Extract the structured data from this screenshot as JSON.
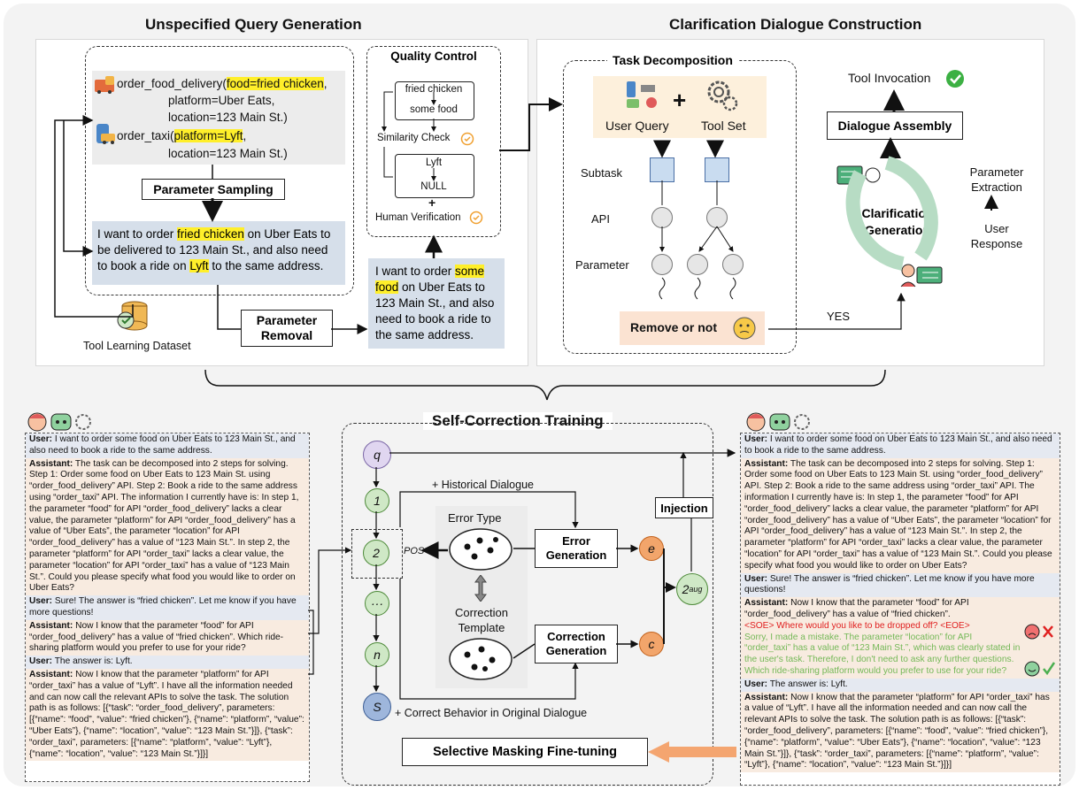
{
  "sections": {
    "query_gen": "Unspecified Query Generation",
    "clarification": "Clarification Dialogue Construction",
    "self_correction": "Self-Correction Training"
  },
  "query_gen": {
    "call1_name": "order_food_delivery(",
    "call1_param1": "food=fried chicken",
    "call1_rest1": ",",
    "call1_line2": "platform=Uber Eats,",
    "call1_line3": "location=123 Main St.)",
    "call2_name": "order_taxi(",
    "call2_param1": "platform=Lyft",
    "call2_rest1": ",",
    "call2_line2": "location=123 Main St.)",
    "param_sampling": "Parameter Sampling",
    "query_p1": "I want to order ",
    "query_hl1": "fried chicken",
    "query_p2": " on Uber Eats to be delivered to 123 Main St., and also need to book a ride on ",
    "query_hl2": "Lyft",
    "query_p3": " to the same address.",
    "dataset_label": "Tool Learning Dataset",
    "param_removal": "Parameter Removal",
    "quality_control": "Quality Control",
    "qc_a_top": "fried chicken",
    "qc_a_bottom": "some food",
    "similarity_check": "Similarity Check",
    "qc_b_top": "Lyft",
    "qc_b_bottom": "NULL",
    "human_verification": "Human Verification",
    "uq_p1": "I want to order ",
    "uq_hl": "some food",
    "uq_p2": " on Uber Eats to 123 Main St., and also need to book a ride to the same address."
  },
  "clar": {
    "task_decomposition": "Task Decomposition",
    "user_query": "User Query",
    "tool_set": "Tool Set",
    "subtask": "Subtask",
    "api": "API",
    "parameter": "Parameter",
    "remove_or_not": "Remove or not",
    "yes": "YES",
    "tool_invocation": "Tool Invocation",
    "dialogue_assembly": "Dialogue Assembly",
    "parameter_extraction": "Parameter Extraction",
    "clarification_generation": "Clarification Generation",
    "user_response": "User Response"
  },
  "sct": {
    "node_q": "q",
    "node_1": "1",
    "node_2": "2",
    "node_dots": "···",
    "node_n": "n",
    "node_s": "S",
    "node_e": "e",
    "node_c": "c",
    "node_aug": "2",
    "node_aug_sub": "aug",
    "pos": "POS",
    "historical_dialogue": "+ Historical Dialogue",
    "error_type": "Error Type",
    "correction_template": "Correction Template",
    "error_generation": "Error Generation",
    "correction_generation": "Correction Generation",
    "injection": "Injection",
    "correct_behavior": "+ Correct Behavior in Original Dialogue",
    "selective_masking": "Selective Masking Fine-tuning"
  },
  "left_dialogue": {
    "u1_label": "User:",
    "u1": " I want to order some food on Uber Eats to 123 Main St., and also need to book a ride to the same address.",
    "a1_label": "Assistant:",
    "a1": " The task can be decomposed into 2 steps for solving. Step 1: Order some food on Uber Eats to 123 Main St. using “order_food_delivery” API. Step 2: Book a ride to the same address using “order_taxi” API. The information I currently have is: In step 1, the parameter “food” for API “order_food_delivery” lacks a clear value, the parameter “platform” for API “order_food_delivery” has a value of “Uber Eats”, the parameter “location” for API “order_food_delivery” has a value of “123 Main St.”. In step 2, the parameter “platform” for API “order_taxi” lacks a clear value, the parameter “location” for API “order_taxi” has a value of “123 Main St.”. Could you please specify what food you would like to order on Uber Eats?",
    "u2_label": "User:",
    "u2": " Sure! The answer is “fried chicken”. Let me know if you have more questions!",
    "a2_label": "Assistant:",
    "a2": " Now I know that the parameter “food” for API “order_food_delivery” has a value of “fried chicken”. Which ride-sharing platform would you prefer to use for your ride?",
    "u3_label": "User:",
    "u3": " The answer is: Lyft.",
    "a3_label": "Assistant:",
    "a3": " Now I know that the parameter “platform” for API “order_taxi” has a value of “Lyft”. I have all the information needed and can now call the relevant APIs to solve the task. The solution path is as follows: [{“task”: “order_food_delivery”, parameters: [{“name”: “food”, “value”: “fried chicken”}, {“name”: “platform”, “value”: “Uber Eats”}, {“name”: “location”, “value”: “123 Main St.”}]}, {“task”: “order_taxi”, parameters: [{“name”: “platform”, “value”: “Lyft”}, {“name”: “location”, “value”: “123 Main St.”}]}]"
  },
  "right_dialogue": {
    "u1_label": "User:",
    "u1": " I want to order some food on Uber Eats to 123 Main St., and also need to book a ride to the same address.",
    "a1_label": "Assistant:",
    "a1": " The task can be decomposed into 2 steps for solving. Step 1: Order some food on Uber Eats to 123 Main St. using “order_food_delivery” API. Step 2: Book a ride to the same address using “order_taxi” API. The information I currently have is: In step 1, the parameter “food” for API “order_food_delivery” lacks a clear value, the parameter “platform” for API “order_food_delivery” has a value of “Uber Eats”, the parameter “location” for API “order_food_delivery” has a value of “123 Main St.”. In step 2, the parameter “platform” for API “order_taxi” lacks a clear value, the parameter “location” for API “order_taxi” has a value of “123 Main St.”. Could you please specify what food you would like to order on Uber Eats?",
    "u2_label": "User:",
    "u2": " Sure! The answer is “fried chicken”. Let me know if you have more questions!",
    "a2_label": "Assistant:",
    "a2": " Now I know that the parameter “food” for API “order_food_delivery” has a value of “fried chicken”.",
    "a2_error": "<SOE> Where would you like to be dropped off? <EOE>",
    "a2_correction": "Sorry, I made a mistake. The parameter “location” for API “order_taxi” has a value of “123 Main St.”, which was clearly stated in the user's task. Therefore, I don't need to ask any further questions. Which ride-sharing platform would you prefer to use for your ride?",
    "u3_label": "User:",
    "u3": " The answer is: Lyft.",
    "a3_label": "Assistant:",
    "a3": " Now I know that the parameter “platform” for API “order_taxi” has a value of “Lyft”. I have all the information needed and can now call the relevant APIs to solve the task. The solution path is as follows: [{“task”: “order_food_delivery”, parameters: [{“name”: “food”, “value”: “fried chicken”}, {“name”: “platform”, “value”: “Uber Eats”}, {“name”: “location”, “value”: “123 Main St.”}]}, {“task”: “order_taxi”, parameters: [{“name”: “platform”, “value”: “Lyft”}, {“name”: “location”, “value”: “123 Main St.”}]}]"
  },
  "colors": {
    "highlight": "#ffef2a",
    "arc_green": "#b7dcc4",
    "error_red": "#e02020",
    "correction_green": "#74b857",
    "arrow_orange": "#f4a570"
  }
}
